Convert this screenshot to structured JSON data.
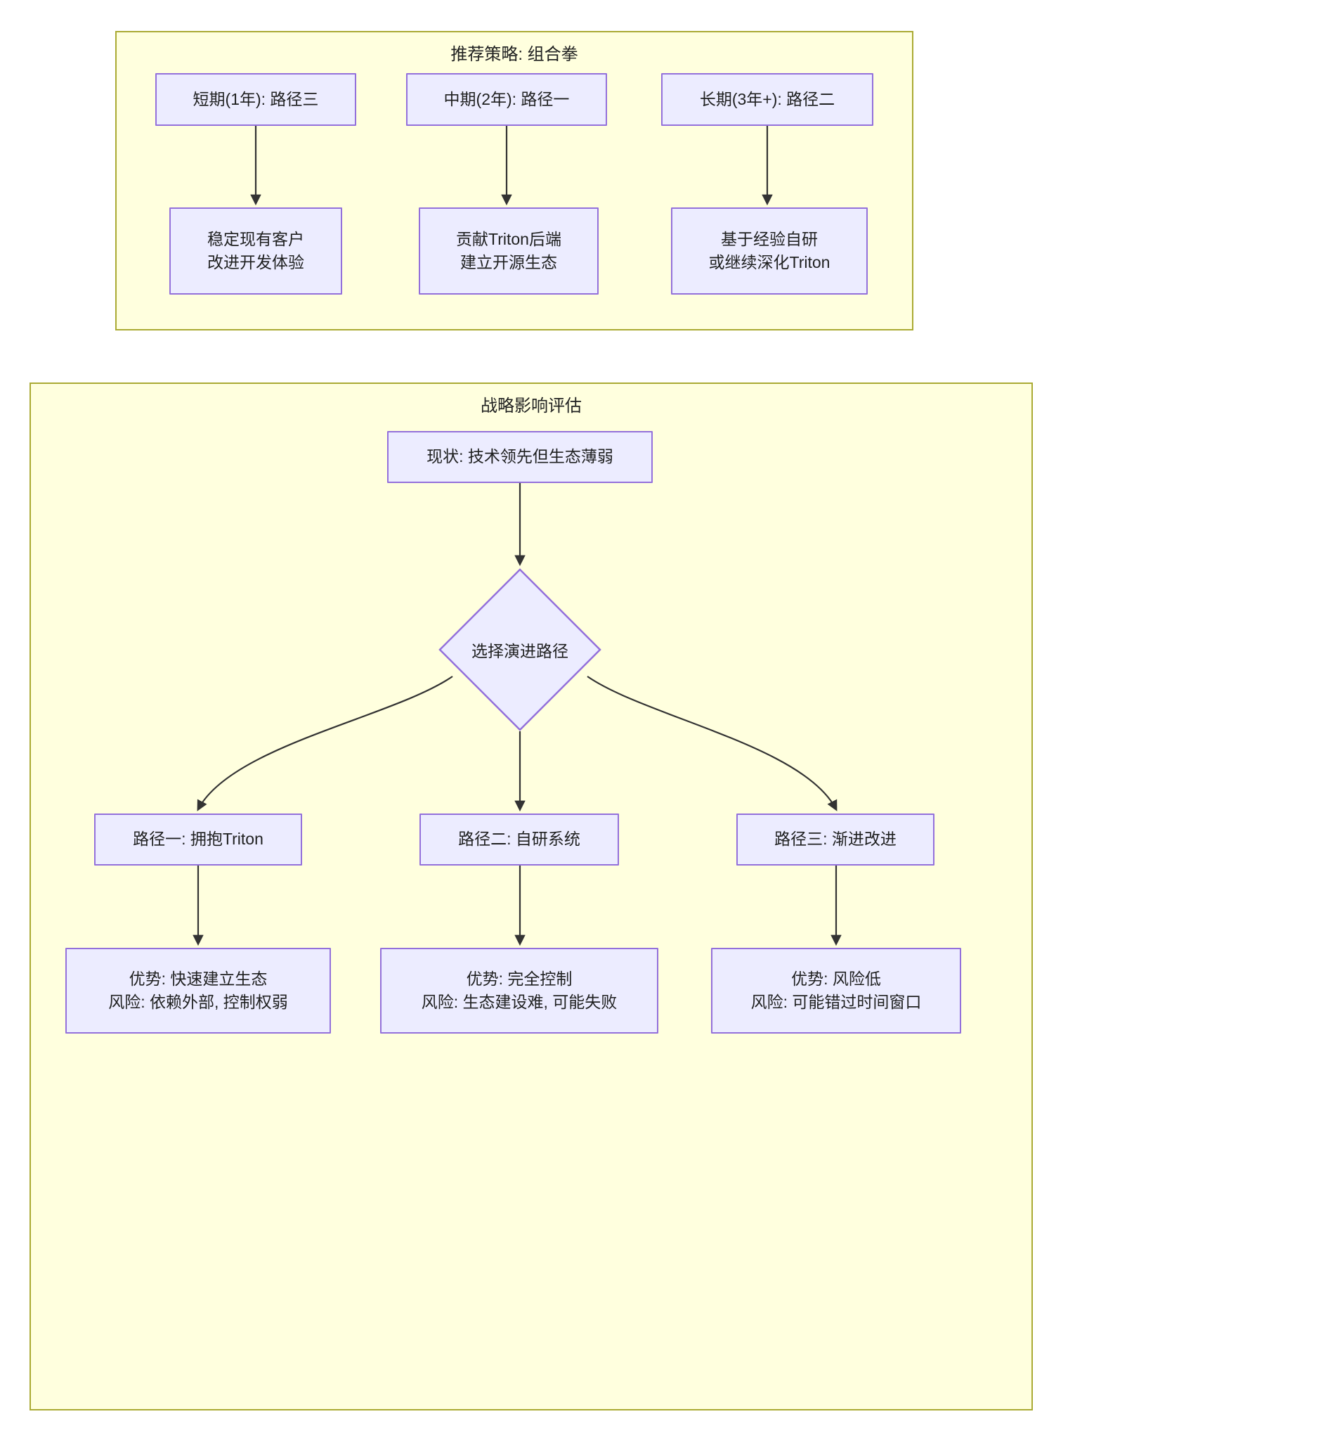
{
  "diagram": {
    "type": "flowchart",
    "panels": [
      {
        "id": "strategy",
        "title": "推荐策略: 组合拳",
        "nodes": [
          {
            "id": "short-term",
            "label": "短期(1年): 路径三"
          },
          {
            "id": "mid-term",
            "label": "中期(2年): 路径一"
          },
          {
            "id": "long-term",
            "label": "长期(3年+): 路径二"
          },
          {
            "id": "short-term-action",
            "label": "稳定现有客户\n改进开发体验"
          },
          {
            "id": "mid-term-action",
            "label": "贡献Triton后端\n建立开源生态"
          },
          {
            "id": "long-term-action",
            "label": "基于经验自研\n或继续深化Triton"
          }
        ],
        "edges": [
          {
            "from": "short-term",
            "to": "short-term-action"
          },
          {
            "from": "mid-term",
            "to": "mid-term-action"
          },
          {
            "from": "long-term",
            "to": "long-term-action"
          }
        ]
      },
      {
        "id": "impact",
        "title": "战略影响评估",
        "nodes": [
          {
            "id": "current-state",
            "label": "现状: 技术领先但生态薄弱"
          },
          {
            "id": "decision",
            "label": "选择演进路径",
            "shape": "diamond"
          },
          {
            "id": "path-one",
            "label": "路径一: 拥抱Triton"
          },
          {
            "id": "path-two",
            "label": "路径二: 自研系统"
          },
          {
            "id": "path-three",
            "label": "路径三: 渐进改进"
          },
          {
            "id": "path-one-outcome",
            "label": "优势: 快速建立生态\n风险: 依赖外部, 控制权弱"
          },
          {
            "id": "path-two-outcome",
            "label": "优势: 完全控制\n风险: 生态建设难, 可能失败"
          },
          {
            "id": "path-three-outcome",
            "label": "优势: 风险低\n风险: 可能错过时间窗口"
          }
        ],
        "edges": [
          {
            "from": "current-state",
            "to": "decision"
          },
          {
            "from": "decision",
            "to": "path-one"
          },
          {
            "from": "decision",
            "to": "path-two"
          },
          {
            "from": "decision",
            "to": "path-three"
          },
          {
            "from": "path-one",
            "to": "path-one-outcome"
          },
          {
            "from": "path-two",
            "to": "path-two-outcome"
          },
          {
            "from": "path-three",
            "to": "path-three-outcome"
          }
        ]
      }
    ],
    "colors": {
      "panel_fill": "#ffffde",
      "panel_border": "#aaaa33",
      "node_fill": "#ececff",
      "node_border": "#9370db",
      "edge_stroke": "#333333",
      "text": "#1f2020",
      "background": "#ffffff"
    }
  }
}
